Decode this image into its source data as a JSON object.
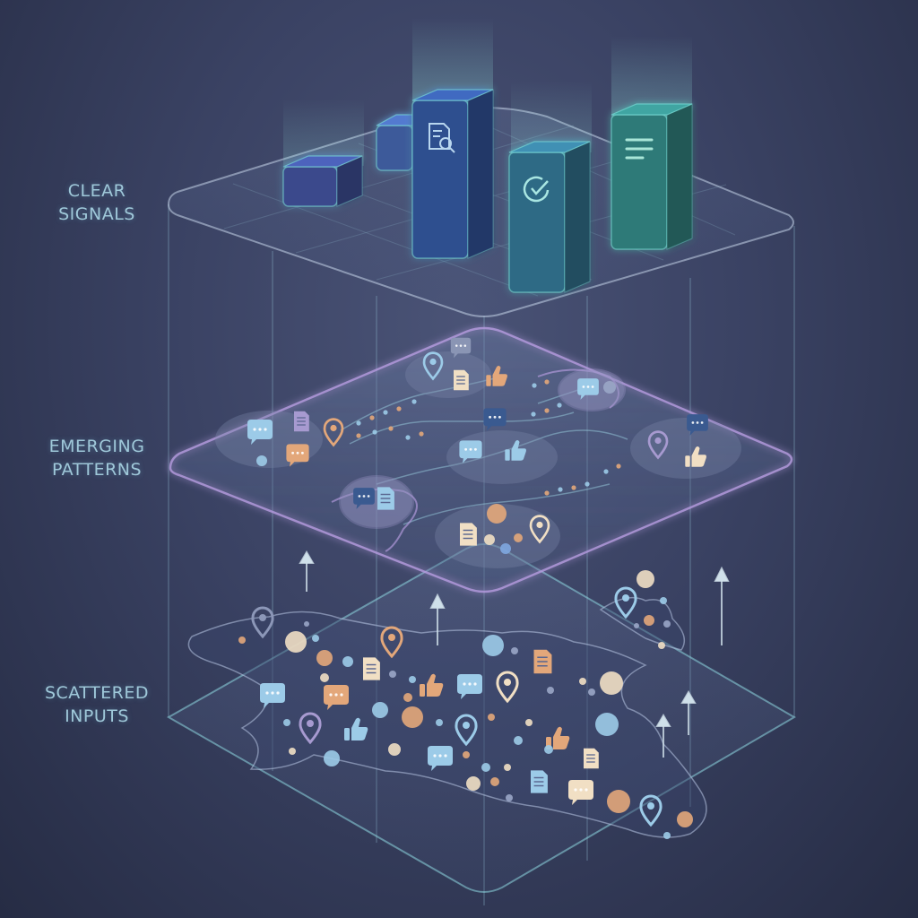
{
  "layers": {
    "top": {
      "label": "CLEAR\nSIGNALS"
    },
    "middle": {
      "label": "EMERGING\nPATTERNS"
    },
    "bottom": {
      "label": "SCATTERED\nINPUTS"
    }
  },
  "top_blocks": [
    {
      "kind": "block",
      "icon": "",
      "color": "#3a4a8c"
    },
    {
      "kind": "block",
      "icon": "",
      "color": "#3d5a9a"
    },
    {
      "kind": "block",
      "icon": "document-search-icon",
      "color": "#2f4f8f"
    },
    {
      "kind": "block",
      "icon": "check-circle-icon",
      "color": "#2f6b85"
    },
    {
      "kind": "block",
      "icon": "text-lines-icon",
      "color": "#2f7a78"
    }
  ],
  "colors": {
    "teal_glow": "#7fe3dc",
    "lavender_edge": "#b79ce0",
    "grid_line": "#8ab4c8",
    "orange": "#e3a77a",
    "sky": "#9ccbe8",
    "cream": "#f1dfc4",
    "violet": "#a79ad0"
  },
  "icon_types": [
    "chat-bubble-icon",
    "document-icon",
    "location-pin-icon",
    "thumbs-up-icon",
    "dot-icon"
  ]
}
